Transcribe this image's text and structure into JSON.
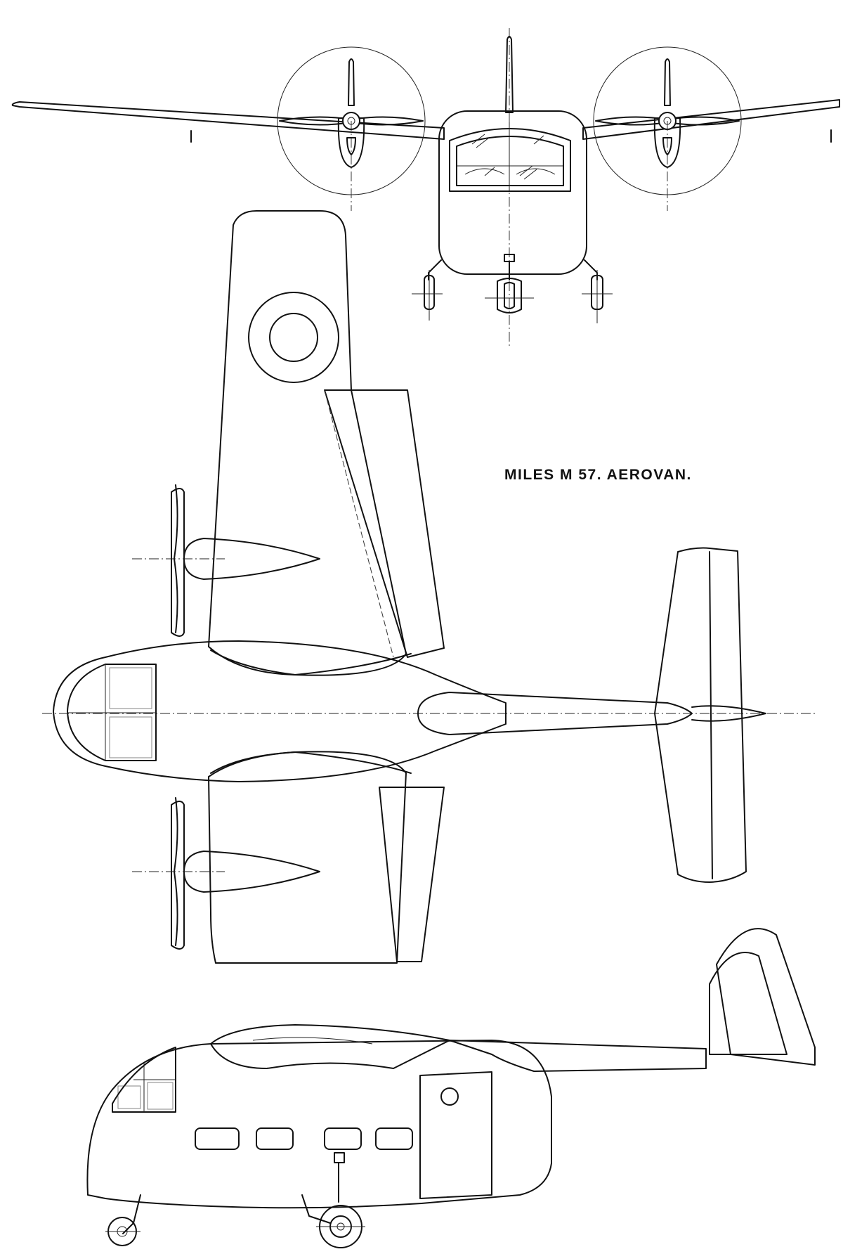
{
  "drawing": {
    "title": "MILES M 57. AEROVAN.",
    "views": [
      "front-view",
      "plan-view",
      "side-view"
    ]
  }
}
